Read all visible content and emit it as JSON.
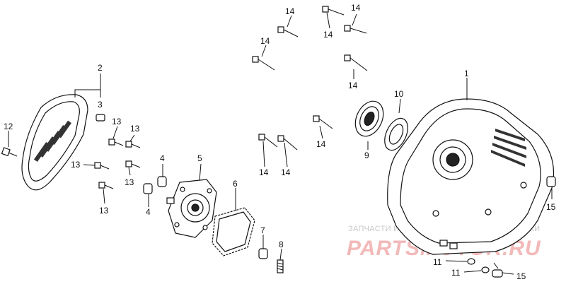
{
  "callouts": [
    {
      "id": "c1",
      "label": "1"
    },
    {
      "id": "c2",
      "label": "2"
    },
    {
      "id": "c3",
      "label": "3"
    },
    {
      "id": "c4a",
      "label": "4"
    },
    {
      "id": "c4b",
      "label": "4"
    },
    {
      "id": "c5",
      "label": "5"
    },
    {
      "id": "c6",
      "label": "6"
    },
    {
      "id": "c7",
      "label": "7"
    },
    {
      "id": "c8",
      "label": "8"
    },
    {
      "id": "c9",
      "label": "9"
    },
    {
      "id": "c10",
      "label": "10"
    },
    {
      "id": "c11a",
      "label": "11"
    },
    {
      "id": "c11b",
      "label": "11"
    },
    {
      "id": "c12",
      "label": "12"
    },
    {
      "id": "c13a",
      "label": "13"
    },
    {
      "id": "c13b",
      "label": "13"
    },
    {
      "id": "c13c",
      "label": "13"
    },
    {
      "id": "c13d",
      "label": "13"
    },
    {
      "id": "c13e",
      "label": "13"
    },
    {
      "id": "c14a",
      "label": "14"
    },
    {
      "id": "c14b",
      "label": "14"
    },
    {
      "id": "c14c",
      "label": "14"
    },
    {
      "id": "c14d",
      "label": "14"
    },
    {
      "id": "c14e",
      "label": "14"
    },
    {
      "id": "c14f",
      "label": "14"
    },
    {
      "id": "c14g",
      "label": "14"
    },
    {
      "id": "c14h",
      "label": "14"
    },
    {
      "id": "c15a",
      "label": "15"
    },
    {
      "id": "c15b",
      "label": "15"
    }
  ],
  "watermark": {
    "tagline": "ЗАПЧАСТИ И АКСЕССУАРЫ ДЛЯ МОТОТЕХНИКИ",
    "brand": "PARTSMOTOR.RU"
  },
  "colors": {
    "line": "#111111",
    "background": "#ffffff",
    "watermark_brand": "#f2b9b9",
    "watermark_tagline": "#c8c8c8"
  }
}
